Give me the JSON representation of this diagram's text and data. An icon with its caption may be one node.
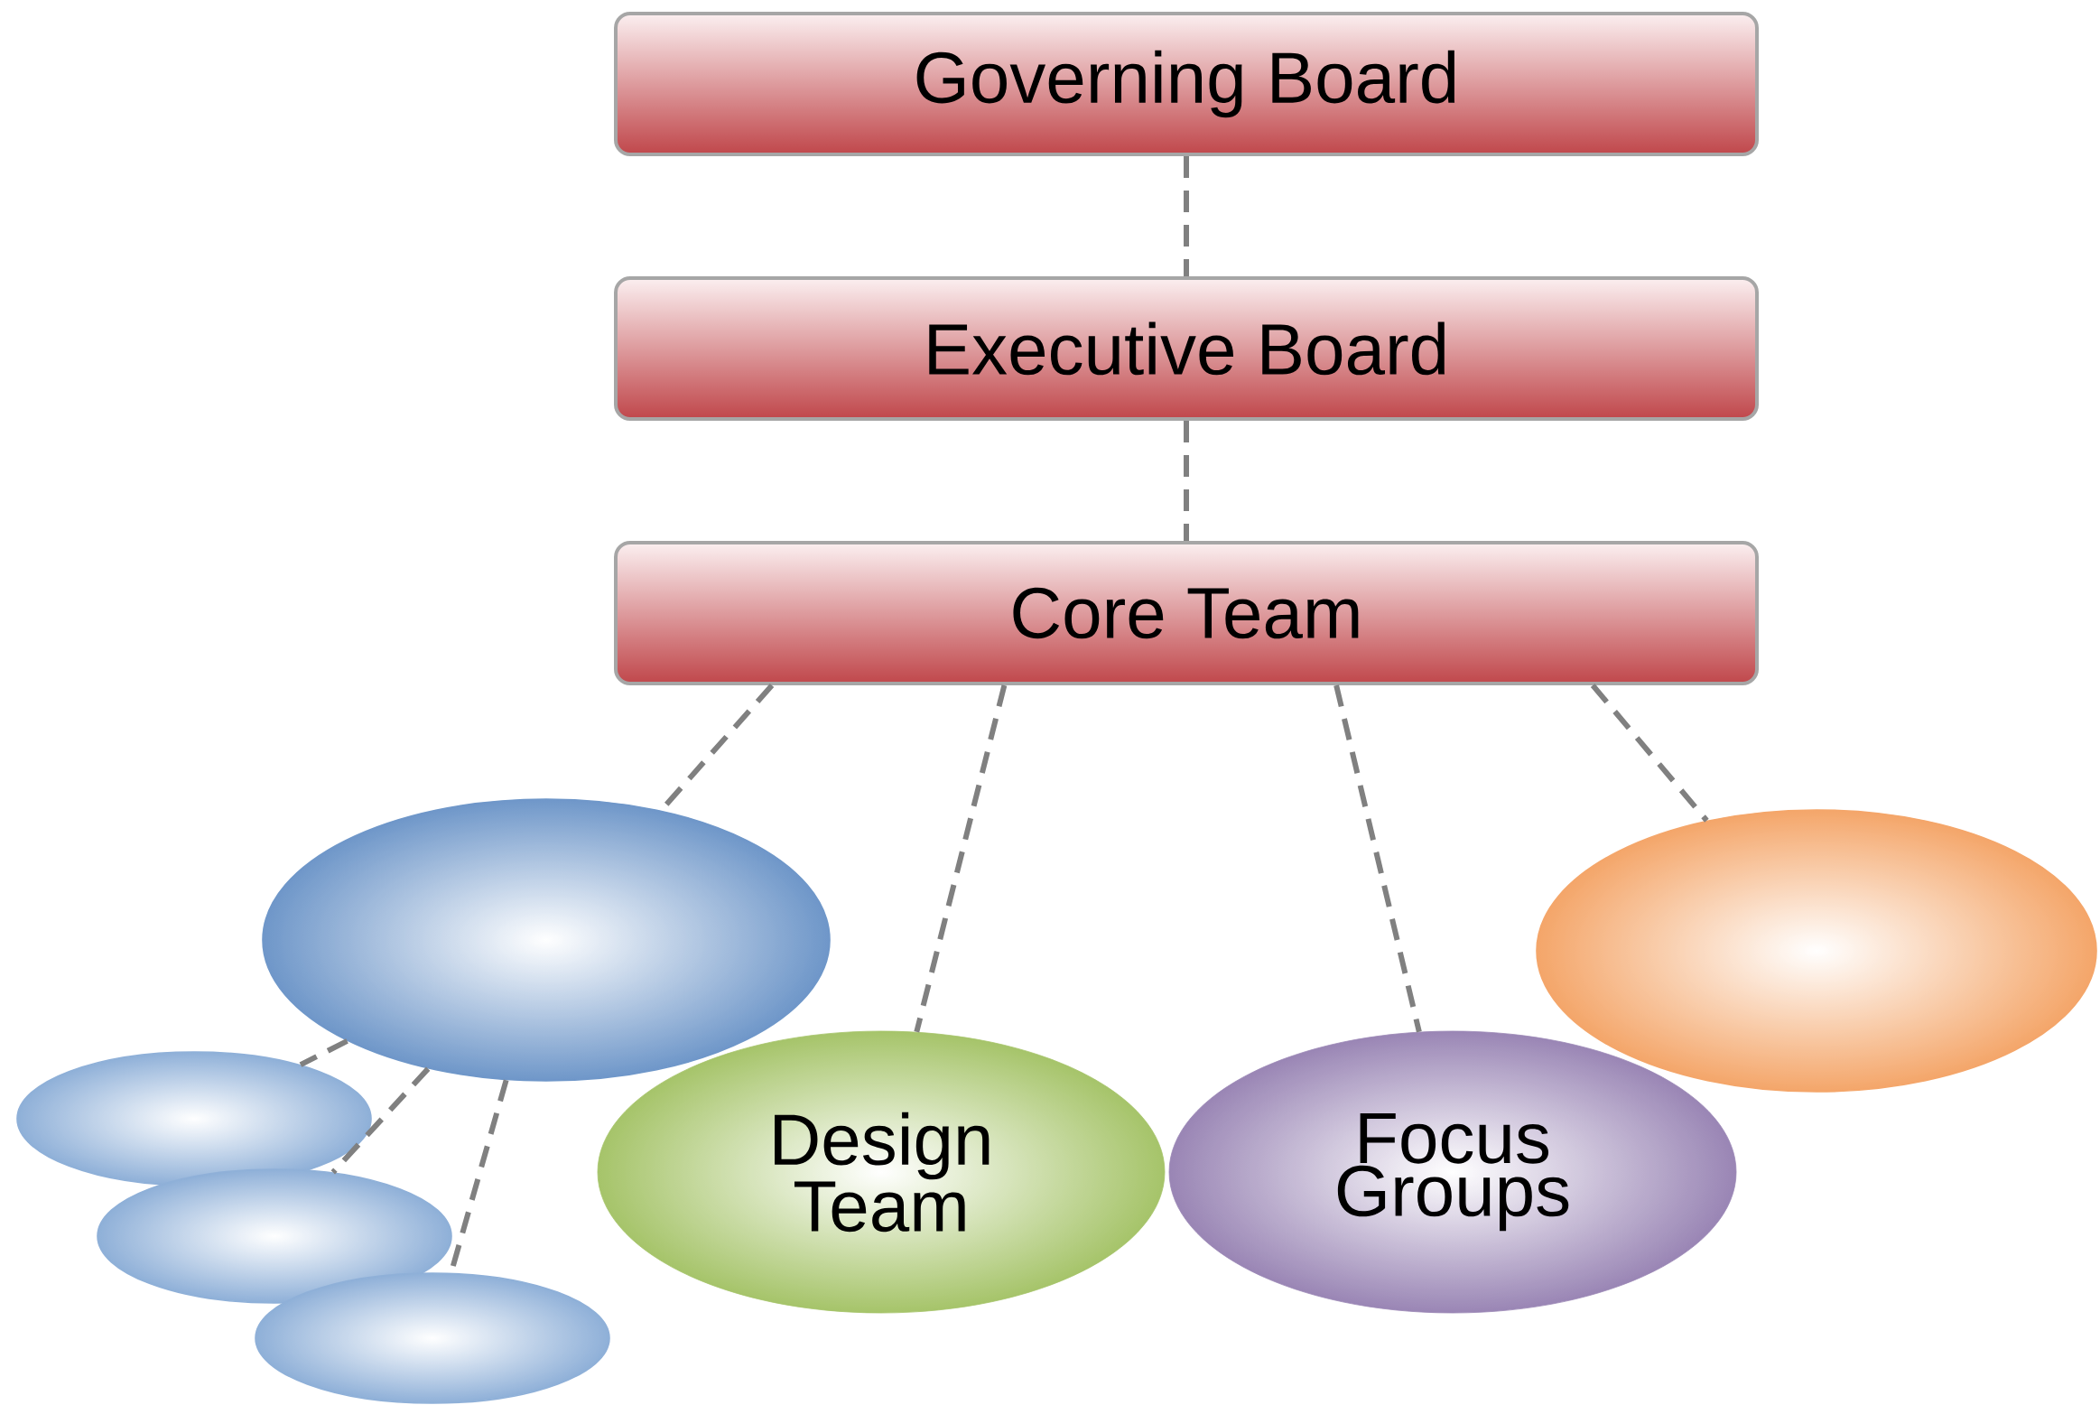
{
  "diagram": {
    "nodes": [
      {
        "text": [
          "Governing Board"
        ]
      },
      {
        "text": [
          "Executive Board"
        ]
      },
      {
        "text": [
          "Core Team"
        ]
      },
      {
        "text": [],
        "shape": "ellipse"
      },
      {
        "text": [
          "Design Team"
        ]
      },
      {
        "text": [
          "Focus Groups"
        ]
      },
      {
        "text": [],
        "shape": "ellipse"
      },
      {
        "text": [],
        "shape": "ellipse"
      },
      {
        "text": [],
        "shape": "ellipse"
      },
      {
        "text": [],
        "shape": "ellipse"
      }
    ],
    "edges": [
      {
        "from": 0,
        "to": 1,
        "arrow": "none"
      },
      {
        "from": 1,
        "to": 2,
        "arrow": "none"
      },
      {
        "from": 2,
        "to": 3,
        "arrow": "none"
      },
      {
        "from": 2,
        "to": 4,
        "arrow": "none"
      },
      {
        "from": 2,
        "to": 5,
        "arrow": "none"
      },
      {
        "from": 2,
        "to": 6,
        "arrow": "none"
      },
      {
        "from": 3,
        "to": 7,
        "arrow": "none"
      },
      {
        "from": 3,
        "to": 8,
        "arrow": "none"
      },
      {
        "from": 3,
        "to": 9,
        "arrow": "none"
      }
    ]
  }
}
